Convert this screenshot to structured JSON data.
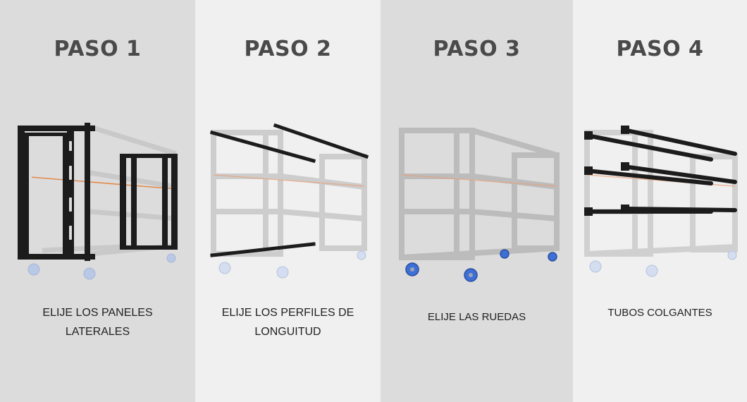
{
  "steps": [
    {
      "title": "PASO 1",
      "description": "ELIJE LOS PANELES LATERALES",
      "illustration": "rack-side-panels-highlighted"
    },
    {
      "title": "PASO 2",
      "description": "ELIJE LOS PERFILES DE LONGUITUD",
      "illustration": "rack-length-profiles-highlighted"
    },
    {
      "title": "PASO 3",
      "description": "ELIJE LAS RUEDAS",
      "illustration": "rack-wheels-highlighted"
    },
    {
      "title": "PASO 4",
      "description": "TUBOS COLGANTES",
      "illustration": "rack-hanging-tubes-highlighted"
    }
  ],
  "colors": {
    "panel_dark": "#dcdcdc",
    "panel_light": "#f0f0f0",
    "title": "#4a4a4a",
    "highlight_black": "#1c1c1c",
    "ghost_frame": "#c4c4c4",
    "wheel_blue": "#3d6fd6"
  }
}
